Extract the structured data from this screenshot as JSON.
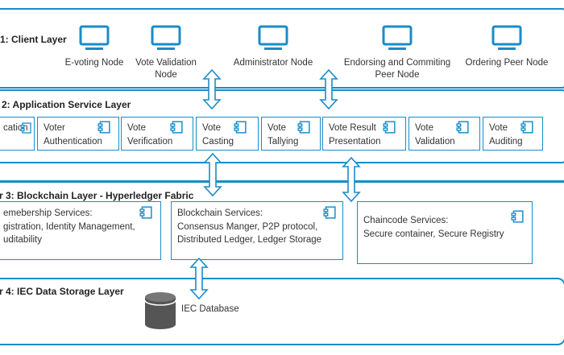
{
  "layers": {
    "client": "1: Client Layer",
    "application": "2: Application Service Layer",
    "blockchain": "r 3: Blockchain Layer - Hyperledger Fabric",
    "storage": "r 4: IEC Data Storage Layer"
  },
  "client_nodes": [
    {
      "label": "E-voting Node"
    },
    {
      "label": "Vote Validation Node"
    },
    {
      "label": "Administrator Node"
    },
    {
      "label": "Endorsing and Commiting Peer Node"
    },
    {
      "label": "Ordering Peer Node"
    }
  ],
  "app_services": [
    {
      "line1": "",
      "line2": "cation"
    },
    {
      "line1": "Voter",
      "line2": "Authentication"
    },
    {
      "line1": "Vote",
      "line2": "Verification"
    },
    {
      "line1": "Vote",
      "line2": "Casting"
    },
    {
      "line1": "Vote",
      "line2": "Tallying"
    },
    {
      "line1": "Vote Result",
      "line2": "Presentation"
    },
    {
      "line1": "Vote",
      "line2": "Validation"
    },
    {
      "line1": "Vote",
      "line2": "Auditing"
    }
  ],
  "blockchain_services": [
    {
      "line1": "emebership Services:",
      "line2": "gistration, Identity Management,",
      "line3": "uditability"
    },
    {
      "line1": "Blockchain Services:",
      "line2": "Consensus Manger, P2P protocol,",
      "line3": "Distributed Ledger, Ledger Storage"
    },
    {
      "line1": "Chaincode Services:",
      "line2": "Secure container, Secure Registry",
      "line3": ""
    }
  ],
  "storage": {
    "db_label": "IEC Database"
  },
  "colors": {
    "accent": "#1a8cc8",
    "database": "#555555"
  }
}
